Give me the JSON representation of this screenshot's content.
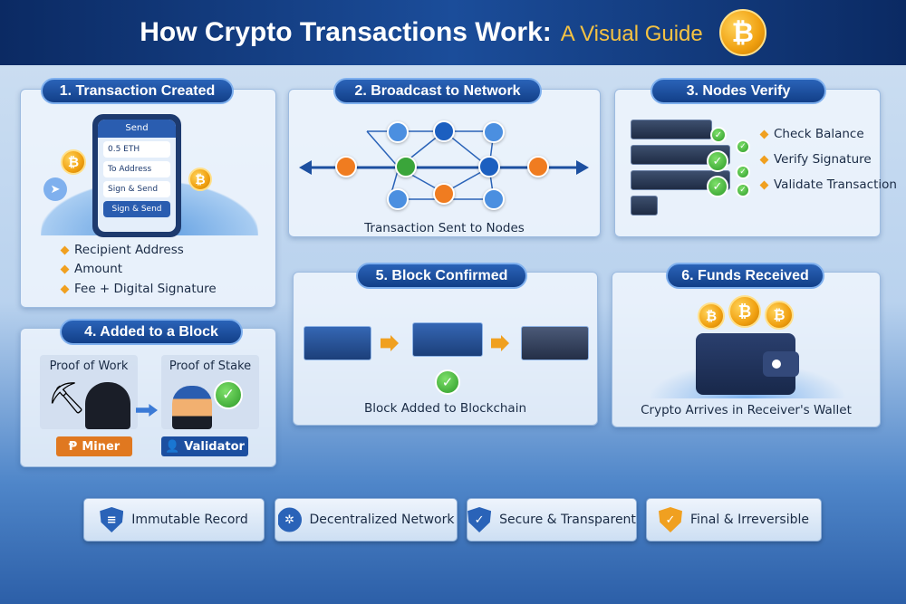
{
  "header": {
    "title": "How Crypto Transactions Work:",
    "subtitle": "A Visual Guide",
    "coin_symbol": "₿"
  },
  "step1": {
    "title": "1. Transaction Created",
    "phone": {
      "header": "Send",
      "amount": "0.5 ETH",
      "to": "To Address",
      "field": "Sign & Send",
      "button": "Sign & Send"
    },
    "bullets": [
      "Recipient Address",
      "Amount",
      "Fee + Digital Signature"
    ]
  },
  "step2": {
    "title": "2. Broadcast to Network",
    "caption": "Transaction Sent to Nodes"
  },
  "step3": {
    "title": "3. Nodes Verify",
    "bullets": [
      "Check Balance",
      "Verify Signature",
      "Validate Transaction"
    ]
  },
  "step4": {
    "title": "4. Added to a Block",
    "pow": {
      "label": "Proof of Work",
      "tag": "Miner"
    },
    "pos": {
      "label": "Proof of Stake",
      "tag": "Validator"
    }
  },
  "step5": {
    "title": "5. Block Confirmed",
    "caption": "Block Added to Blockchain"
  },
  "step6": {
    "title": "6. Funds Received",
    "caption": "Crypto Arrives in Receiver's Wallet"
  },
  "features": [
    {
      "label": "Immutable Record",
      "icon": "document-shield-icon"
    },
    {
      "label": "Decentralized Network",
      "icon": "network-icon"
    },
    {
      "label": "Secure & Transparent",
      "icon": "check-shield-icon"
    },
    {
      "label": "Final & Irreversible",
      "icon": "gold-shield-icon"
    }
  ],
  "colors": {
    "navy": "#123f88",
    "accent": "#f0a020",
    "check": "#2c9a28"
  }
}
